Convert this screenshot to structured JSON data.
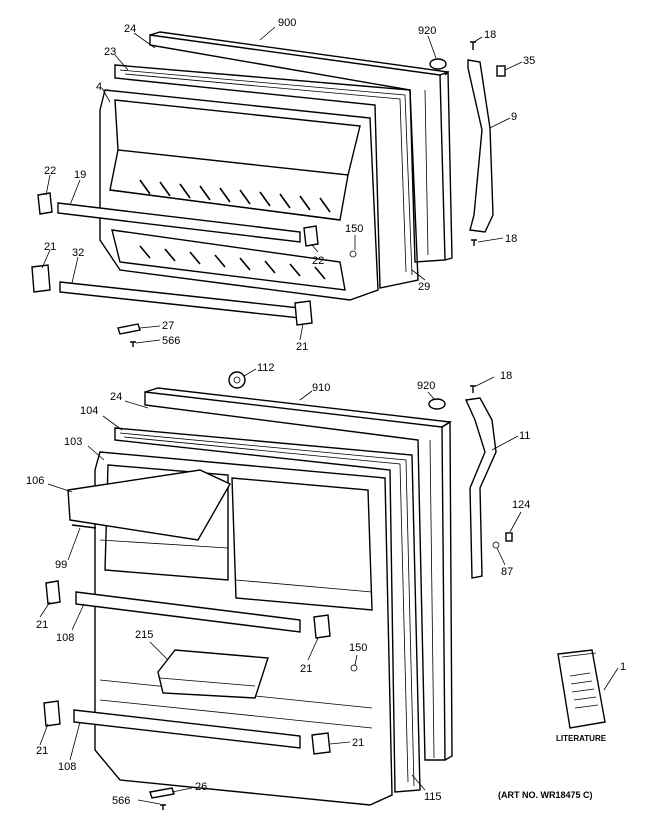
{
  "callouts_top": [
    "24",
    "900",
    "920",
    "18",
    "35",
    "23",
    "9",
    "4",
    "22",
    "19",
    "150",
    "22",
    "18",
    "29",
    "21",
    "32",
    "21",
    "27",
    "566"
  ],
  "callouts_bottom": [
    "112",
    "910",
    "920",
    "18",
    "24",
    "104",
    "11",
    "103",
    "106",
    "124",
    "99",
    "87",
    "21",
    "108",
    "215",
    "150",
    "21",
    "21",
    "108",
    "21",
    "1",
    "566",
    "26",
    "115"
  ],
  "literature_label": "LITERATURE",
  "art_number": "(ART NO. WR18475 C)"
}
